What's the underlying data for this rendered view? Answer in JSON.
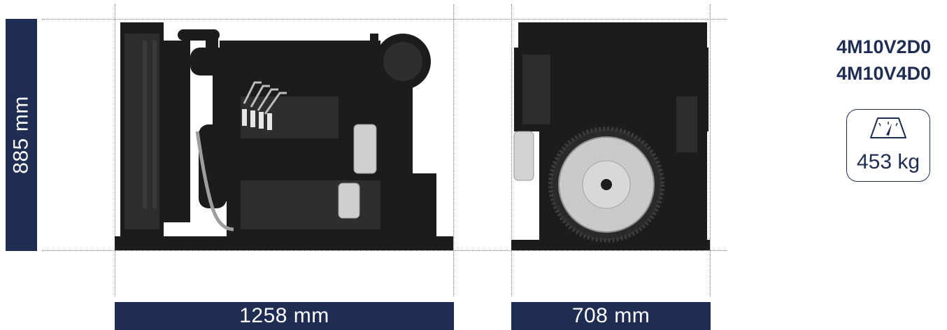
{
  "dimensions": {
    "height": "885 mm",
    "length": "1258 mm",
    "width": "708 mm"
  },
  "models": [
    "4M10V2D0",
    "4M10V4D0"
  ],
  "weight": {
    "value": "453 kg",
    "icon": "scale-gauge-icon"
  },
  "colors": {
    "brand_navy": "#1f2d52",
    "engine_body": "#1c1c1c",
    "guide_line": "#7d7d7d"
  }
}
